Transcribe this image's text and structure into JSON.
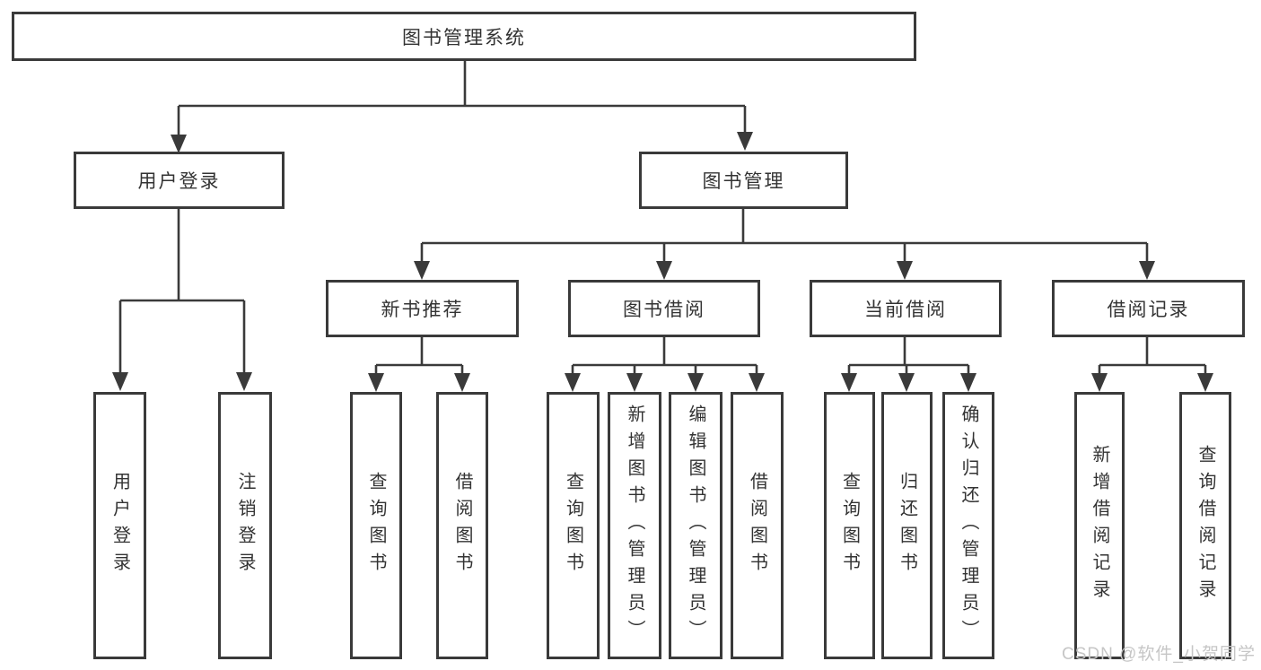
{
  "diagram": {
    "title": "图书管理系统",
    "watermark": "CSDN @软件_小贺同学",
    "colors": {
      "line": "#3a3a3a",
      "box_border": "#3a3a3a",
      "box_fill": "#ffffff",
      "text": "#333333",
      "watermark": "#c6c6c6"
    },
    "nodes": {
      "root": {
        "label": "图书管理系统"
      },
      "login": {
        "label": "用户登录"
      },
      "manage": {
        "label": "图书管理"
      },
      "login_user": {
        "label": "用户登录"
      },
      "login_logout": {
        "label": "注销登录"
      },
      "rec": {
        "label": "新书推荐"
      },
      "borrow": {
        "label": "图书借阅"
      },
      "current": {
        "label": "当前借阅"
      },
      "records": {
        "label": "借阅记录"
      },
      "rec_query": {
        "label": "查询图书"
      },
      "rec_borrow": {
        "label": "借阅图书"
      },
      "borrow_query": {
        "label": "查询图书"
      },
      "borrow_add": {
        "label": "新增图书（管理员）"
      },
      "borrow_edit": {
        "label": "编辑图书（管理员）"
      },
      "borrow_borrow": {
        "label": "借阅图书"
      },
      "cur_query": {
        "label": "查询图书"
      },
      "cur_return": {
        "label": "归还图书"
      },
      "cur_confirm": {
        "label": "确认归还（管理员）"
      },
      "rechist_add": {
        "label": "新增借阅记录"
      },
      "rechist_query": {
        "label": "查询借阅记录"
      }
    },
    "edges": [
      "图书管理系统→用户登录",
      "图书管理系统→图书管理",
      "用户登录→用户登录",
      "用户登录→注销登录",
      "图书管理→新书推荐",
      "图书管理→图书借阅",
      "图书管理→当前借阅",
      "图书管理→借阅记录",
      "新书推荐→查询图书",
      "新书推荐→借阅图书",
      "图书借阅→查询图书",
      "图书借阅→新增图书（管理员）",
      "图书借阅→编辑图书（管理员）",
      "图书借阅→借阅图书",
      "当前借阅→查询图书",
      "当前借阅→归还图书",
      "当前借阅→确认归还（管理员）",
      "借阅记录→新增借阅记录",
      "借阅记录→查询借阅记录"
    ]
  }
}
